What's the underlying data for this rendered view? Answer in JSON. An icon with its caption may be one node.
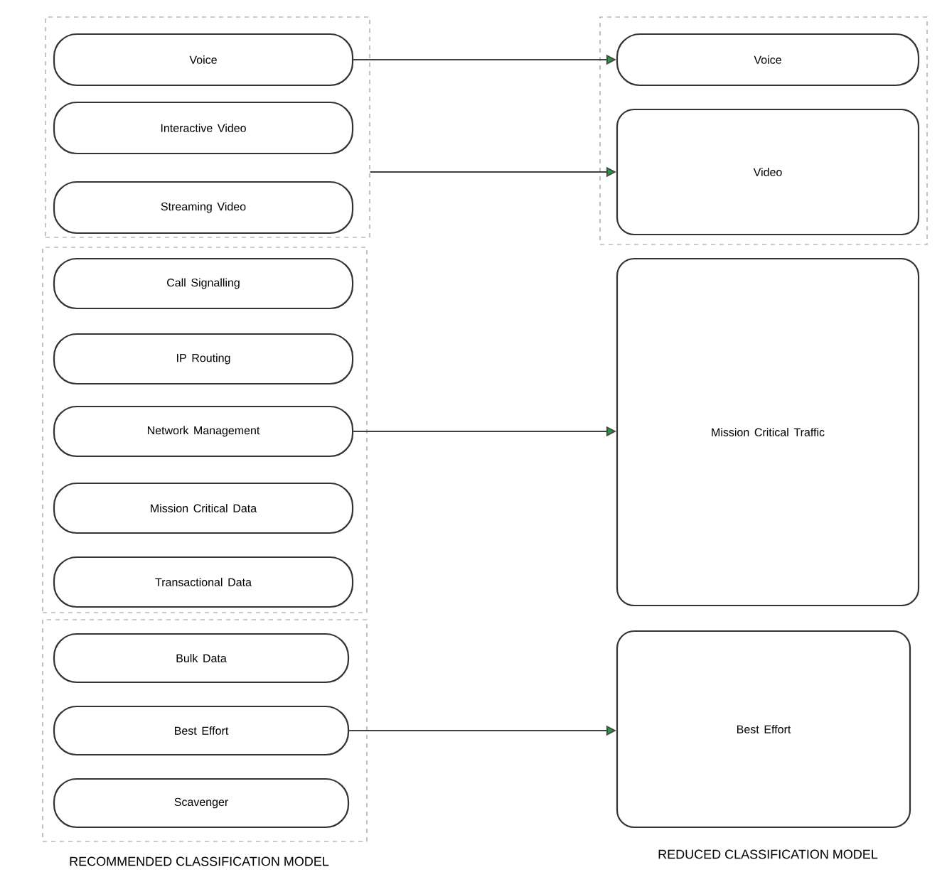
{
  "diagram": {
    "nodes": [
      {
        "text": [],
        "shape": "box"
      },
      {
        "text": [
          "Voice"
        ],
        "in": 0
      },
      {
        "text": [
          "Interactive Video"
        ],
        "in": 0
      },
      {
        "text": [
          "Streaming Video"
        ],
        "in": 0
      },
      {
        "text": [],
        "shape": "box"
      },
      {
        "text": [
          "Call Signalling"
        ],
        "in": 4
      },
      {
        "text": [
          "IP Routing"
        ],
        "in": 4
      },
      {
        "text": [
          "Network Management"
        ],
        "in": 4
      },
      {
        "text": [
          "Mission Critical Data"
        ],
        "in": 4
      },
      {
        "text": [
          "Transactional Data"
        ],
        "in": 4
      },
      {
        "text": [],
        "shape": "box"
      },
      {
        "text": [
          "Bulk Data"
        ],
        "in": 10
      },
      {
        "text": [
          "Best Effort"
        ],
        "in": 10
      },
      {
        "text": [
          "Scavenger"
        ],
        "in": 10
      },
      {
        "text": [],
        "shape": "box"
      },
      {
        "text": [
          "Voice"
        ],
        "in": 14
      },
      {
        "text": [
          "Video"
        ],
        "in": 14
      },
      {
        "text": [
          "Mission Critical Traffic"
        ]
      },
      {
        "text": [
          "Best Effort"
        ]
      }
    ],
    "edges": [
      {
        "from": 1,
        "to": 15,
        "arrow": "to"
      },
      {
        "from": 0,
        "to": 16,
        "arrow": "to"
      },
      {
        "from": 7,
        "to": 17,
        "arrow": "to"
      },
      {
        "from": 12,
        "to": 18,
        "arrow": "to"
      }
    ],
    "labels": [
      "RECOMMENDED CLASSIFICATION MODEL",
      "REDUCED CLASSIFICATION MODEL"
    ]
  }
}
